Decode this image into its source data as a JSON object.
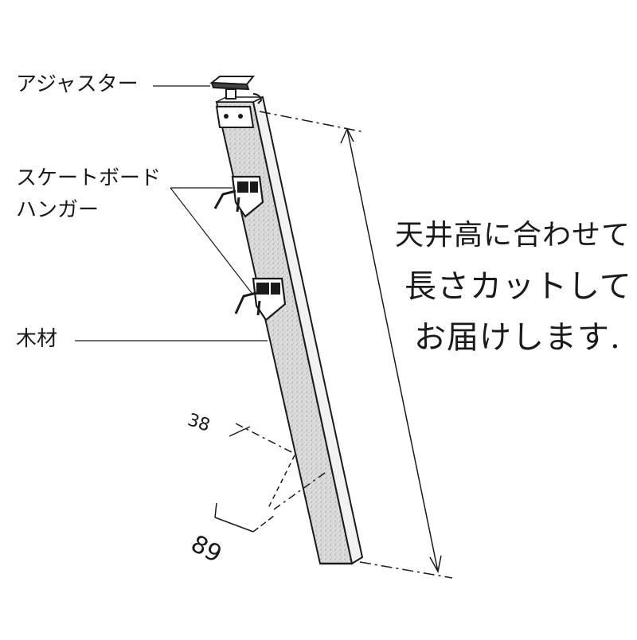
{
  "labels": {
    "adjuster": "アジャスター",
    "hanger_line1": "スケートボード",
    "hanger_line2": "ハンガー",
    "wood": "木材"
  },
  "note": {
    "line1": "天井高に合わせて",
    "line2": "長さカットして",
    "line3": "お届けします."
  },
  "dimensions": {
    "depth": "38",
    "width": "89"
  },
  "colors": {
    "ink": "#1a1a1a",
    "wood_fill": "#d9d9d9",
    "paper": "#ffffff"
  }
}
